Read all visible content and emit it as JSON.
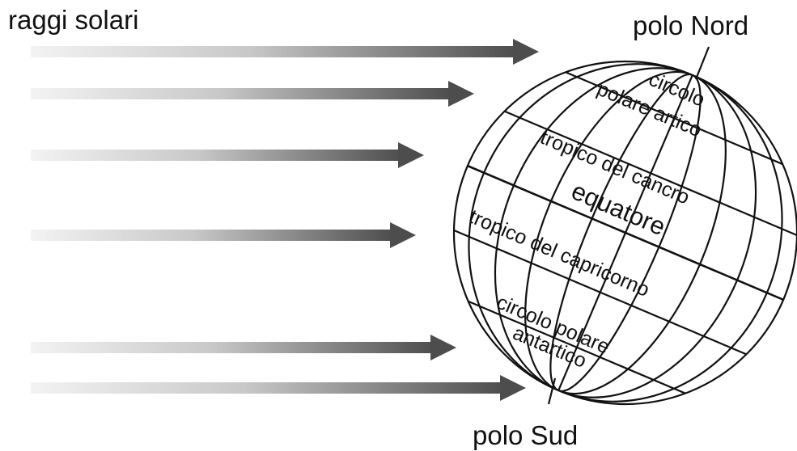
{
  "labels": {
    "rays": "raggi solari",
    "north_pole": "polo Nord",
    "south_pole": "polo Sud",
    "arctic_circle_1": "circolo",
    "arctic_circle_2": "polare artico",
    "tropic_cancer": "tropico del cancro",
    "equator": "equatore",
    "tropic_capricorn": "tropico del capricorno",
    "antarctic_circle_1": "circolo polare",
    "antarctic_circle_2": "antartico"
  },
  "colors": {
    "ray_start": "#f2f2f2",
    "ray_end": "#4d4d4d",
    "globe_stroke": "#111111"
  }
}
